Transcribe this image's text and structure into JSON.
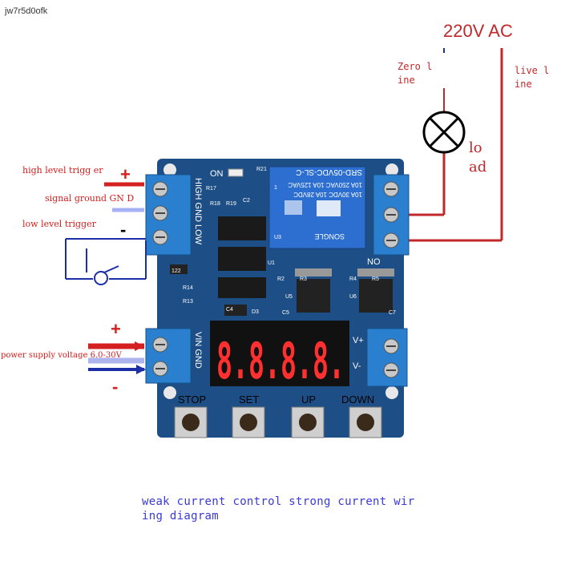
{
  "watermark": "jw7r5d0ofk",
  "supply_label": "220V AC",
  "zero_line_label": "Zero l ine",
  "live_line_label": "live l ine",
  "load_label": "lo ad",
  "left_labels": {
    "high_level_trigger": "high level trigg er",
    "signal_ground": "signal ground GN D",
    "low_level_trigger": "low level trigger",
    "power_supply_voltage": "power supply voltage 6.0-30V",
    "plus_top": "+",
    "minus_top": "-",
    "plus_bottom": "+",
    "minus_bottom": "-"
  },
  "board": {
    "input_terminal_labels": [
      "HIGH",
      "GND",
      "LOW"
    ],
    "power_terminal_labels": [
      "VIN",
      "GND"
    ],
    "output_terminal_labels": [
      "V+",
      "V-"
    ],
    "relay_text": [
      "SRD-05VDC-SL-C",
      "10A 250VAC  10A 125VAC",
      "10A 30VDC  10A 28VDC",
      "SONGLE"
    ],
    "on_label": "ON",
    "no_label": "NO",
    "display_digits": "8.8.8.8.",
    "buttons": [
      "STOP",
      "SET",
      "UP",
      "DOWN"
    ],
    "component_labels": [
      "R21",
      "R17",
      "R18",
      "R19",
      "C2",
      "R14",
      "R13",
      "D3",
      "U1",
      "U5",
      "U6",
      "C7",
      "C5",
      "C4",
      "U3",
      "122",
      "R2",
      "R3",
      "R4",
      "R5",
      "1"
    ]
  },
  "caption": "weak current control strong current wir ing diagram",
  "colors": {
    "board_blue": "#1d4f86",
    "terminal_blue": "#2a7fcf",
    "wire_red": "#c0282a",
    "wire_blue": "#1a2fa8",
    "caption_text": "#3a3ad8"
  }
}
